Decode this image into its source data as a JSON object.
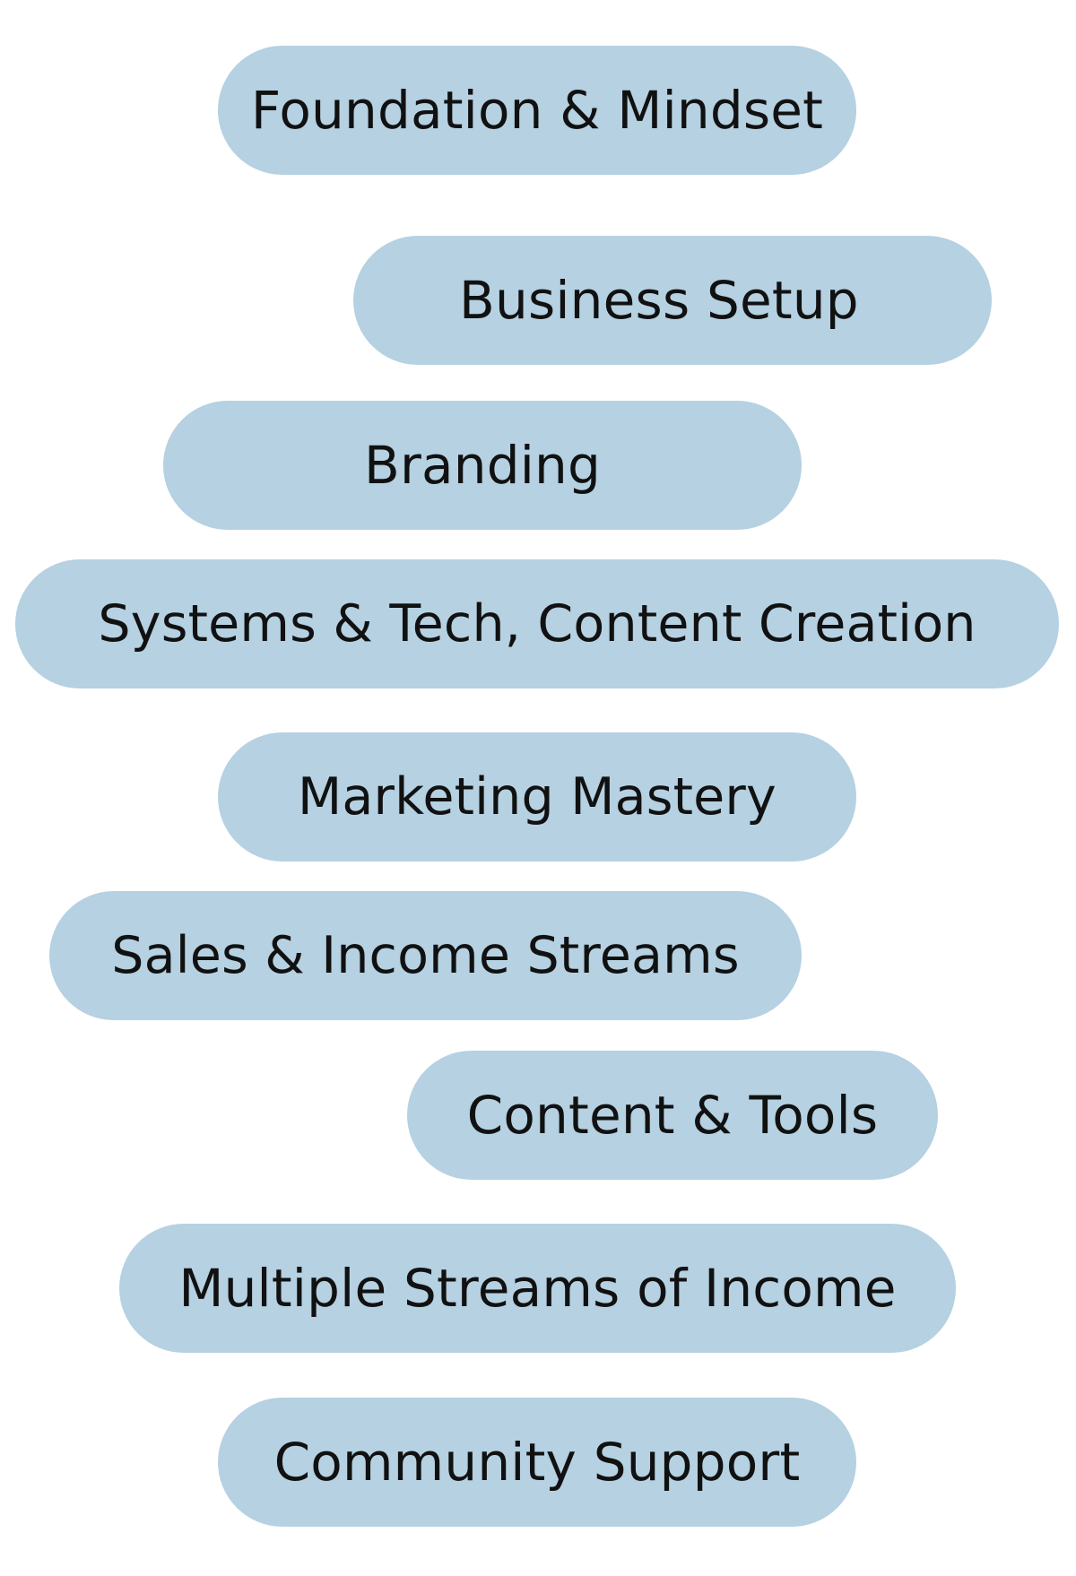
{
  "pill_color": "#b5d1e2",
  "text_color": "#111111",
  "topics": [
    {
      "label": "Foundation & Mindset"
    },
    {
      "label": "Business Setup"
    },
    {
      "label": "Branding"
    },
    {
      "label": "Systems & Tech, Content Creation"
    },
    {
      "label": "Marketing Mastery"
    },
    {
      "label": "Sales & Income Streams"
    },
    {
      "label": "Content & Tools"
    },
    {
      "label": "Multiple Streams of Income"
    },
    {
      "label": "Community Support"
    }
  ]
}
